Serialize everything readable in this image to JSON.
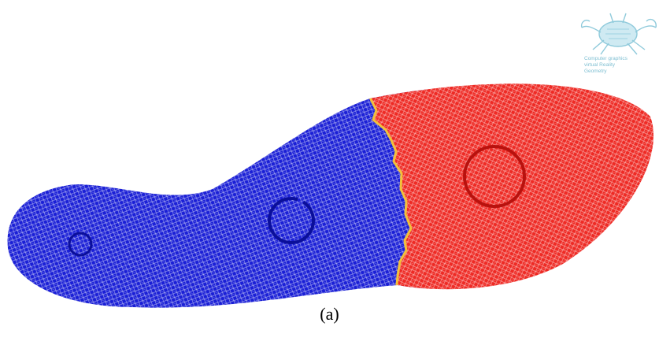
{
  "figure": {
    "caption": "(a)",
    "colors": {
      "region_left": "#1a1fd6",
      "region_right": "#ee2a24",
      "boundary": "#f2c13a",
      "background": "#ffffff",
      "logo": "#9fd3e3"
    },
    "logo": {
      "icon": "crab-logo-icon",
      "text_lines": [
        "Computer graphics",
        "virtual Reality",
        "Geometry"
      ]
    }
  }
}
